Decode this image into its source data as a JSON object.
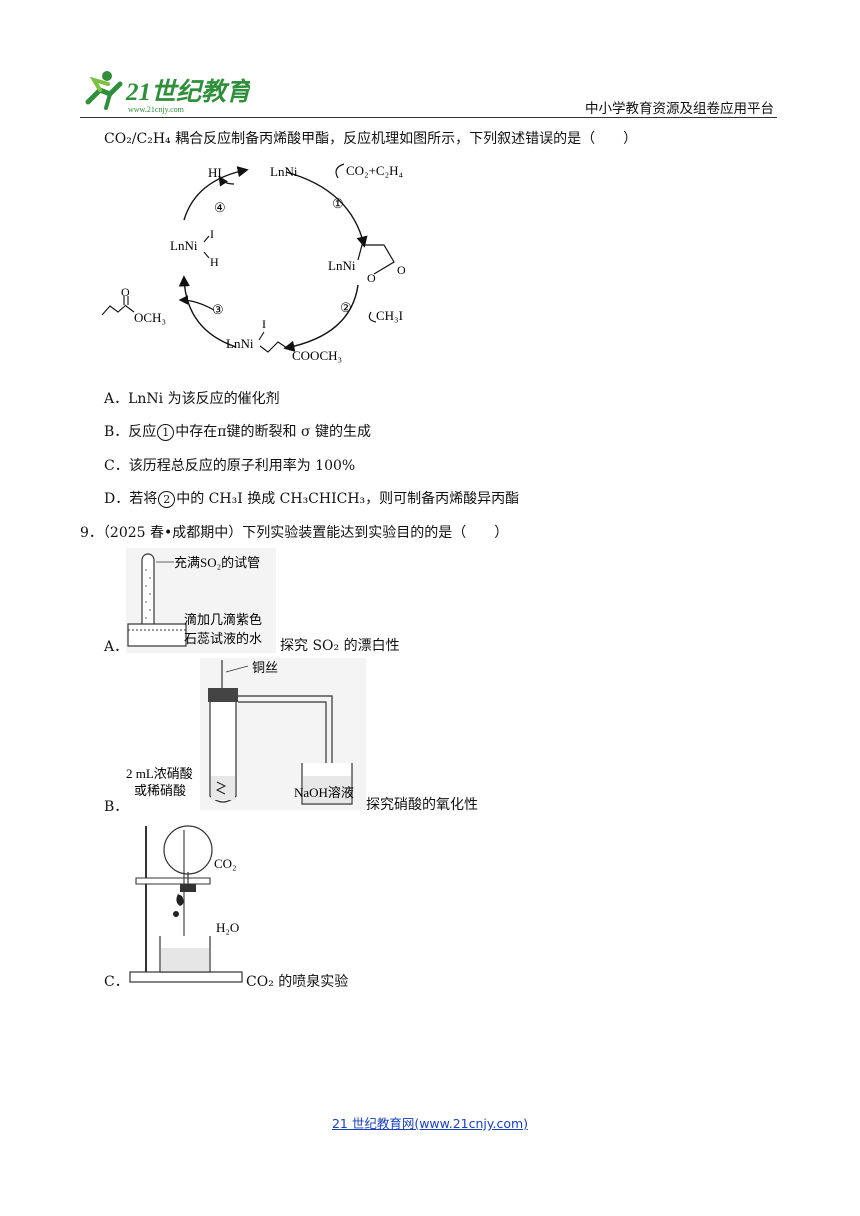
{
  "header": {
    "logo_text": "21世纪教育",
    "logo_url": "www.21cnjy.com",
    "platform": "中小学教育资源及组卷应用平台"
  },
  "q8": {
    "stem": "CO₂/C₂H₄ 耦合反应制备丙烯酸甲酯，反应机理如图所示，下列叙述错误的是（　　）",
    "diagram": {
      "hi": "HI",
      "lnni_top": "LnNi",
      "reagent1": "CO₂+C₂H₄",
      "step1": "①",
      "step2": "②",
      "step3": "③",
      "step4": "④",
      "ch3i": "CH₃I",
      "lnni_ring": "LnNi",
      "ring_o": "O",
      "lnni_ih": "LnNi",
      "i_label": "I",
      "h_label": "H",
      "lnni_chain": "LnNi",
      "i_label2": "I",
      "cooch3": "COOCH₃",
      "och3": "OCH₃",
      "carbonyl_o": "O",
      "ring_carbonyl_o": "O"
    },
    "options": {
      "a": "A．LnNi 为该反应的催化剂",
      "b_pre": "B．反应",
      "b_num": "1",
      "b_post": "中存在π键的断裂和 σ 键的生成",
      "c": "C．该历程总反应的原子利用率为 100%",
      "d_pre": "D．若将",
      "d_num": "2",
      "d_post": "中的 CH₃I 换成 CH₃CHICH₃，则可制备丙烯酸异丙酯"
    }
  },
  "q9": {
    "stem": "9．（2025 春•成都期中）下列实验装置能达到实验目的的是（　　）",
    "a": {
      "letter": "A．",
      "tube_label": "充满SO₂的试管",
      "water_label_1": "滴加几滴紫色",
      "water_label_2": "石蕊试液的水",
      "purpose": "探究 SO₂ 的漂白性"
    },
    "b": {
      "letter": "B．",
      "copper": "铜丝",
      "acid_1": "2 mL浓硝酸",
      "acid_2": "或稀硝酸",
      "naoh": "NaOH溶液",
      "purpose": "探究硝酸的氧化性"
    },
    "c": {
      "letter": "C．",
      "co2": "CO₂",
      "h2o": "H₂O",
      "purpose": "CO₂ 的喷泉实验"
    }
  },
  "footer": {
    "link": "21 世纪教育网(www.21cnjy.com)"
  }
}
